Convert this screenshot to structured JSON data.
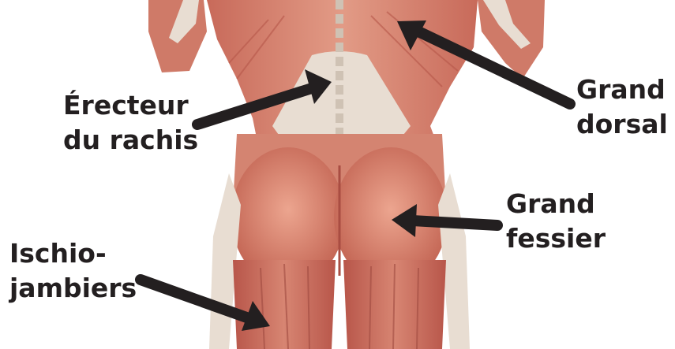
{
  "labels": {
    "erector_spinae": [
      "Érecteur",
      "du rachis"
    ],
    "latissimus_dorsi": [
      "Grand",
      "dorsal"
    ],
    "gluteus_maximus": [
      "Grand",
      "fessier"
    ],
    "hamstrings": [
      "Ischio-",
      "jambiers"
    ]
  },
  "colors": {
    "muscle": "#d98a78",
    "muscle_dark": "#b5564a",
    "tendon": "#e8ddd2",
    "arrow": "#231f20",
    "text": "#231f20",
    "background": "#ffffff"
  }
}
